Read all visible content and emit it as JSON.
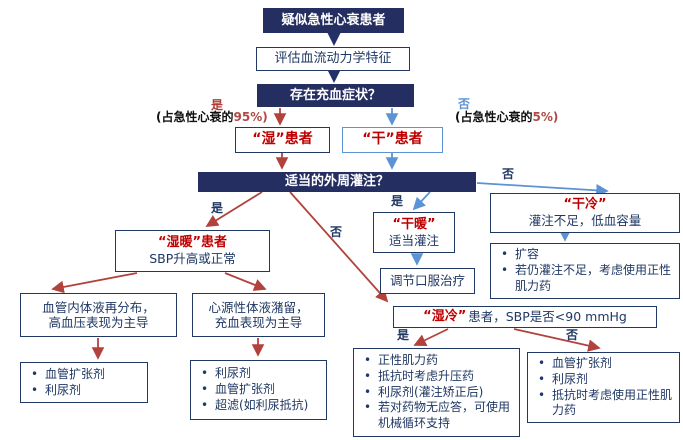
{
  "colors": {
    "navy_fill": "#242e60",
    "navy_border": "#1f3864",
    "navy_text": "#1f3864",
    "red_text": "#c00000",
    "arrow_red": "#b2423c",
    "arrow_blue": "#5b93d5",
    "light_blue_border": "#5b93d5",
    "pct_value_red": "#b04a45"
  },
  "labels": {
    "yes": "是",
    "no": "否",
    "pct_prefix": "(占急性心衰的",
    "yes_pct_value": "95%)",
    "no_pct_value": "5%)"
  },
  "nodes": {
    "suspected": {
      "text": "疑似急性心衰患者"
    },
    "assess": {
      "text": "评估血流动力学特征"
    },
    "congestion": {
      "text": "存在充血症状？"
    },
    "wet": {
      "text": "“湿”患者"
    },
    "dry": {
      "text": "“干”患者"
    },
    "perfusion": {
      "text": "适当的外周灌注？"
    },
    "wet_warm": {
      "title": "“湿暖”患者",
      "subtitle": "SBP升高或正常"
    },
    "dry_warm": {
      "title": "“干暖”",
      "subtitle": "适当灌注"
    },
    "dry_cold": {
      "title": "“干冷”",
      "subtitle": "灌注不足，低血容量"
    },
    "oral": {
      "text": "调节口服治疗"
    },
    "redistribution": {
      "line1": "血管内体液再分布，",
      "line2": "高血压表现为主导"
    },
    "retention": {
      "line1": "心源性体液潴留，",
      "line2": "充血表现为主导"
    },
    "wet_cold": {
      "title": "“湿冷”",
      "rest": "患者，SBP是否<90 mmHg"
    }
  },
  "treatments": {
    "redistribution_tx": {
      "items": [
        "血管扩张剂",
        "利尿剂"
      ]
    },
    "retention_tx": {
      "items": [
        "利尿剂",
        "血管扩张剂",
        "超滤(如利尿抵抗)"
      ]
    },
    "dry_cold_tx": {
      "items": [
        "扩容",
        "若仍灌注不足，考虑使用正性肌力药"
      ]
    },
    "wet_cold_yes_tx": {
      "items": [
        "正性肌力药",
        "抵抗时考虑升压药",
        "利尿剂(灌注矫正后)",
        "若对药物无应答，可使用机械循环支持"
      ]
    },
    "wet_cold_no_tx": {
      "items": [
        "血管扩张剂",
        "利尿剂",
        "抵抗时考虑使用正性肌力药"
      ]
    }
  }
}
